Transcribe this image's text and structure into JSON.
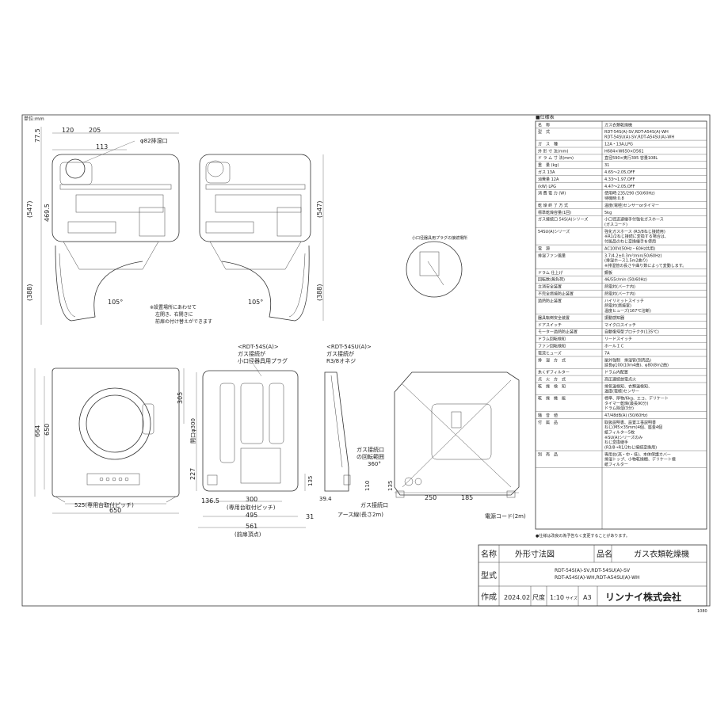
{
  "unit_label": "単位:mm",
  "views": {
    "front_top": {
      "dims_top": [
        "120",
        "205",
        "113"
      ],
      "dims_left": [
        "77.5",
        "(547)",
        "469.5",
        "(388)"
      ],
      "exhaust_label": "φ82排湿口",
      "door_angle": "105°",
      "note": [
        "※設置場所にあわせて",
        "左開き、右開きに",
        "前扉の付け替えができます"
      ]
    },
    "side_top": {
      "door_angle": "105°",
      "dim_right": [
        "(547)",
        "(388)"
      ]
    },
    "inset_label": "小口径器具用プラグの接続場所",
    "front": {
      "dims": [
        "664",
        "650",
        "305",
        "525(専用台取付ピッチ)",
        "650"
      ]
    },
    "side": {
      "label_54s": [
        "<RDT-54S(A)>",
        "ガス接続が",
        "小口径器具用プラグ"
      ],
      "dims": [
        "開口φ300",
        "227",
        "136.5",
        "300",
        "(専用台取付ピッチ)",
        "495",
        "561",
        "(前扉頂点)",
        "135"
      ]
    },
    "narrow_side": {
      "label_54su": [
        "<RDT-54SU(A)>",
        "ガス接続が",
        "R3/8オネジ"
      ],
      "dims": [
        "39.4",
        "110",
        "31"
      ],
      "gas_range": [
        "ガス接続口",
        "の回転範囲",
        "360°"
      ]
    },
    "back": {
      "dims": [
        "135",
        "250",
        "185"
      ],
      "labels": [
        "ガス接続口",
        "アース線(長さ2m)",
        "電源コード(2m)"
      ]
    }
  },
  "spec": {
    "heading": "■仕様表",
    "rows": [
      {
        "label": "名　称",
        "value": "ガス衣類乾燥機"
      },
      {
        "label": "型　式",
        "value": "RDT-54S(A)-SV,RDT-A54S(A)-WH\nRDT-54SU(A)-SV,RDT-A54SU(A)-WH"
      },
      {
        "label": "ガ　ス　種",
        "value": "12A・13A,LPG"
      },
      {
        "label": "外 形 寸 法(mm)",
        "value": "H684×W650×D561"
      },
      {
        "label": "ド ラ ム 寸 法(mm)",
        "value": "直径590×奥行395 容量108L"
      },
      {
        "label": "重　量 (kg)",
        "value": "31"
      },
      {
        "label": "ガス 13A",
        "value": "4.65〜2.05,OFF"
      },
      {
        "label": "消費量 12A",
        "value": "4.33〜1.97,OFF"
      },
      {
        "label": "(kW) LPG",
        "value": "4.47〜2.05,OFF"
      },
      {
        "label": "消 費 電 力 (W)",
        "value": "使用時:235/290 (50/60Hz)\n待機時:0.8"
      },
      {
        "label": "乾 燥 終 了 方 式",
        "value": "温度(電極)センサーorタイマー"
      },
      {
        "label": "標準乾燥容量(1回)",
        "value": "5kg"
      },
      {
        "label": "ガス接続口 54S(A)シリーズ",
        "value": "小口径迅速継手付強化ガスホース\n(ガスコード)"
      },
      {
        "label": "54SU(A)シリーズ",
        "value": "強化ガスホース (R3/8ねじ接続用)\n※R1/2ねじ接続に変換する場合は、\n付属品のねじ変換継手を使用"
      },
      {
        "label": "電　源",
        "value": "AC100V(50Hz・60Hz共用)"
      },
      {
        "label": "排湿ファン風量",
        "value": "3.7/4.2±0.3m³/min(50/60Hz)\n(排湿ホース1.5m2曲り)\n※排湿管の長さや曲り数によって変動します。"
      },
      {
        "label": "ドラム 仕上げ",
        "value": "鋼板"
      },
      {
        "label": "回転数(無負荷)",
        "value": "46/55r/min (50/60Hz)"
      },
      {
        "label": "立消安全装置",
        "value": "熱電対(バーナ内)"
      },
      {
        "label": "不完全燃焼防止装置",
        "value": "熱電対(バーナ内)"
      },
      {
        "label": "過熱防止装置",
        "value": "ハイリミットスイッチ\n熱電対(燃焼室)\n温度ヒューズ(167℃溶断)"
      },
      {
        "label": "器具転倒安全装置",
        "value": "振動感知器"
      },
      {
        "label": "ドアスイッチ",
        "value": "マイクロスイッチ"
      },
      {
        "label": "モーター過熱防止装置",
        "value": "自動復帰型プロテクタ(135℃)"
      },
      {
        "label": "ドラム回転検知",
        "value": "リードスイッチ"
      },
      {
        "label": "ファン回転検知",
        "value": "ホールＩＣ"
      },
      {
        "label": "電流ヒューズ",
        "value": "7A"
      },
      {
        "label": "排　湿　方　式",
        "value": "屋外強制　排湿管(別売品)\n延長φ100(10m4曲)、φ80(8m2曲)"
      },
      {
        "label": "糸くずフィルター",
        "value": "ドラム内配置"
      },
      {
        "label": "点　火　方　式",
        "value": "高圧連続放電点火"
      },
      {
        "label": "乾　燥　検　知",
        "value": "排気温検知、衣類温検知、\n温度(電極)センサー"
      },
      {
        "label": "乾　燥　機　能",
        "value": "標準、厚物/6kg、エコ、デリケート\nタイマー乾燥(最長90分)\nドラム除湿(3分)"
      },
      {
        "label": "騒　音　値",
        "value": "47/48dB(A) (50/60Hz)"
      },
      {
        "label": "付　属　品",
        "value": "取扱説明書、設置工事説明書\nねじ(M5×35mm)4個、座金4個\n紙フィルター5枚\n※SU(A)シリーズのみ\nねじ変換継手\n(R3/8→R1/2ねじ接続変換用)"
      },
      {
        "label": "別　売　品",
        "value": "専用台(高・中・低)、本体保護カバー\n排湿トップ、小物乾燥棚、デリケート袋\n紙フィルター"
      }
    ],
    "note": "●仕様は改良の為予告なく変更することがあります。"
  },
  "title_block": {
    "name_label": "名称",
    "name_value": "外形寸法図",
    "product_label": "品名",
    "product_value": "ガス衣類乾燥機",
    "model_label": "型式",
    "model_value": [
      "RDT-54S(A)-SV,RDT-54SU(A)-SV",
      "RDT-A54S(A)-WH,RDT-A54SU(A)-WH"
    ],
    "made_label": "作成",
    "date": "2024.02",
    "scale_label": "尺度",
    "scale": "1:10",
    "size_label": "サイズ",
    "size": "A3",
    "company": "リンナイ株式会社",
    "code": "1080"
  }
}
